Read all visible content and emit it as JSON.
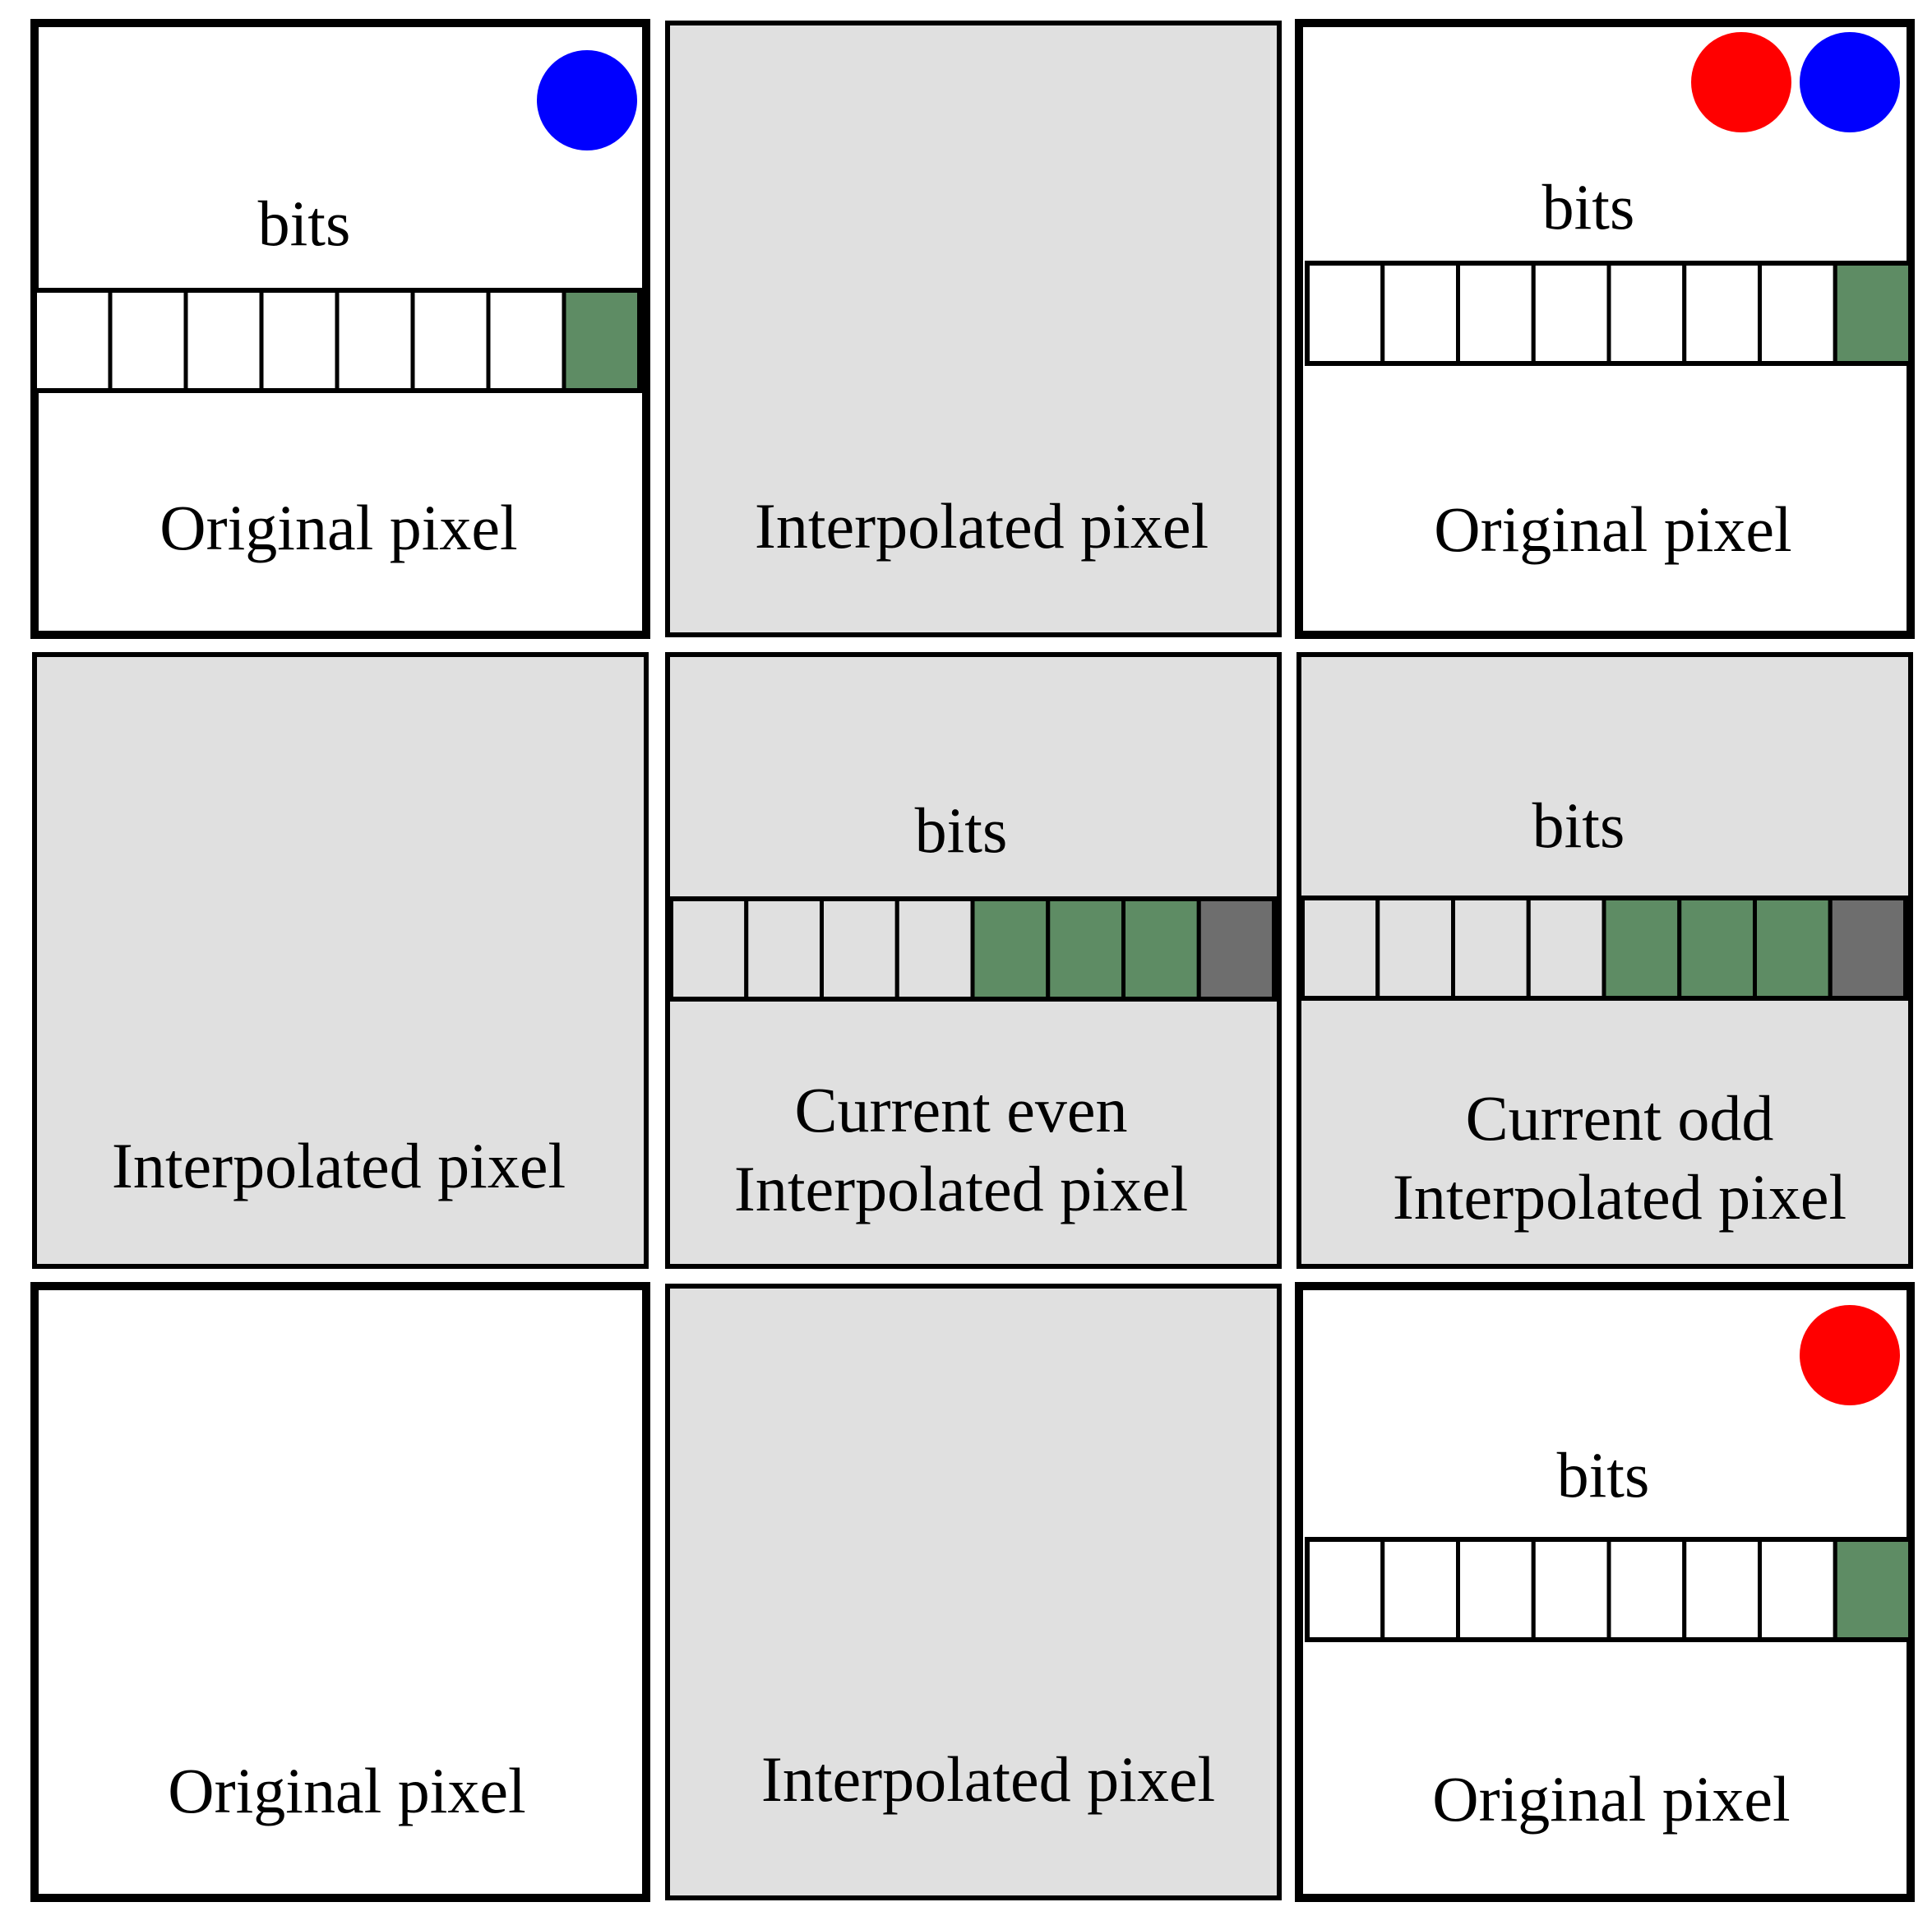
{
  "colors": {
    "original_fill": "#ffffff",
    "interpolated_fill": "#e0e0e0",
    "bit_green": "#5e8c64",
    "bit_gray": "#6e6e6e",
    "dot_blue": "#0000ff",
    "dot_red": "#ff0000",
    "border": "#000000"
  },
  "cells": [
    {
      "id": "r1c1",
      "kind": "original",
      "label_lines": [
        "Original pixel"
      ],
      "bits_label": "bits",
      "bits": [
        "empty",
        "empty",
        "empty",
        "empty",
        "empty",
        "empty",
        "empty",
        "green"
      ],
      "dots": [
        "blue"
      ]
    },
    {
      "id": "r1c2",
      "kind": "interpolated",
      "label_lines": [
        "Interpolated pixel"
      ],
      "bits_label": "",
      "bits": [],
      "dots": []
    },
    {
      "id": "r1c3",
      "kind": "original",
      "label_lines": [
        "Original pixel"
      ],
      "bits_label": "bits",
      "bits": [
        "empty",
        "empty",
        "empty",
        "empty",
        "empty",
        "empty",
        "empty",
        "green"
      ],
      "dots": [
        "red",
        "blue"
      ]
    },
    {
      "id": "r2c1",
      "kind": "interpolated",
      "label_lines": [
        "Interpolated pixel"
      ],
      "bits_label": "",
      "bits": [],
      "dots": []
    },
    {
      "id": "r2c2",
      "kind": "interpolated",
      "label_lines": [
        "Current even",
        "Interpolated pixel"
      ],
      "bits_label": "bits",
      "bits": [
        "empty",
        "empty",
        "empty",
        "empty",
        "green",
        "green",
        "green",
        "gray"
      ],
      "dots": []
    },
    {
      "id": "r2c3",
      "kind": "interpolated",
      "label_lines": [
        "Current odd",
        "Interpolated pixel"
      ],
      "bits_label": "bits",
      "bits": [
        "empty",
        "empty",
        "empty",
        "empty",
        "green",
        "green",
        "green",
        "gray"
      ],
      "dots": []
    },
    {
      "id": "r3c1",
      "kind": "original",
      "label_lines": [
        "Original pixel"
      ],
      "bits_label": "",
      "bits": [],
      "dots": []
    },
    {
      "id": "r3c2",
      "kind": "interpolated",
      "label_lines": [
        "Interpolated pixel"
      ],
      "bits_label": "",
      "bits": [],
      "dots": []
    },
    {
      "id": "r3c3",
      "kind": "original",
      "label_lines": [
        "Original pixel"
      ],
      "bits_label": "bits",
      "bits": [
        "empty",
        "empty",
        "empty",
        "empty",
        "empty",
        "empty",
        "empty",
        "green"
      ],
      "dots": [
        "red"
      ]
    }
  ]
}
